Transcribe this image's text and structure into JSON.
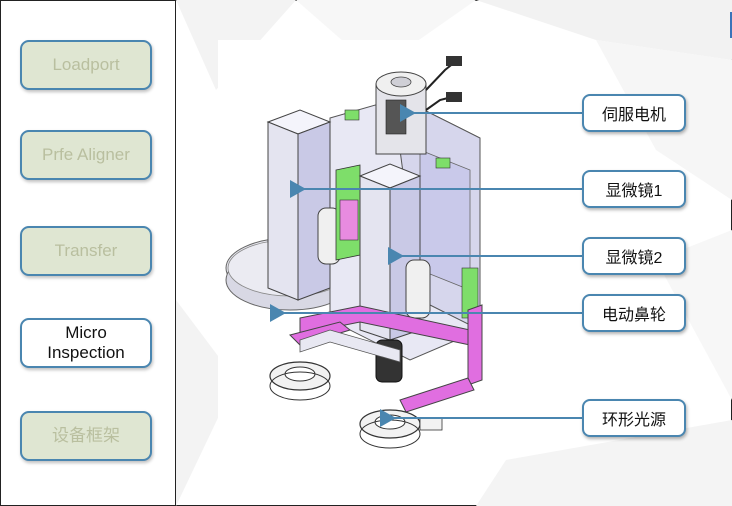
{
  "nav": {
    "buttons": [
      {
        "label": "Loadport",
        "active": false
      },
      {
        "label": "Prfe Aligner",
        "active": false
      },
      {
        "label": "Transfer",
        "active": false
      },
      {
        "label": "Micro\nInspection",
        "active": true
      },
      {
        "label": "设备框架",
        "active": false
      }
    ]
  },
  "diagram": {
    "callouts": [
      {
        "label": "伺服电机"
      },
      {
        "label": "显微镜1"
      },
      {
        "label": "显微镜2"
      },
      {
        "label": "电动鼻轮"
      },
      {
        "label": "环形光源"
      }
    ]
  },
  "colors": {
    "button_border": "#4a86b0",
    "button_fill": "#dfe6d2",
    "button_text_inactive": "#b9bf9f",
    "arrow": "#4a86b0",
    "bracket": "#e06ee0",
    "column": "#d8d8ee",
    "green_part": "#7ede6a"
  }
}
